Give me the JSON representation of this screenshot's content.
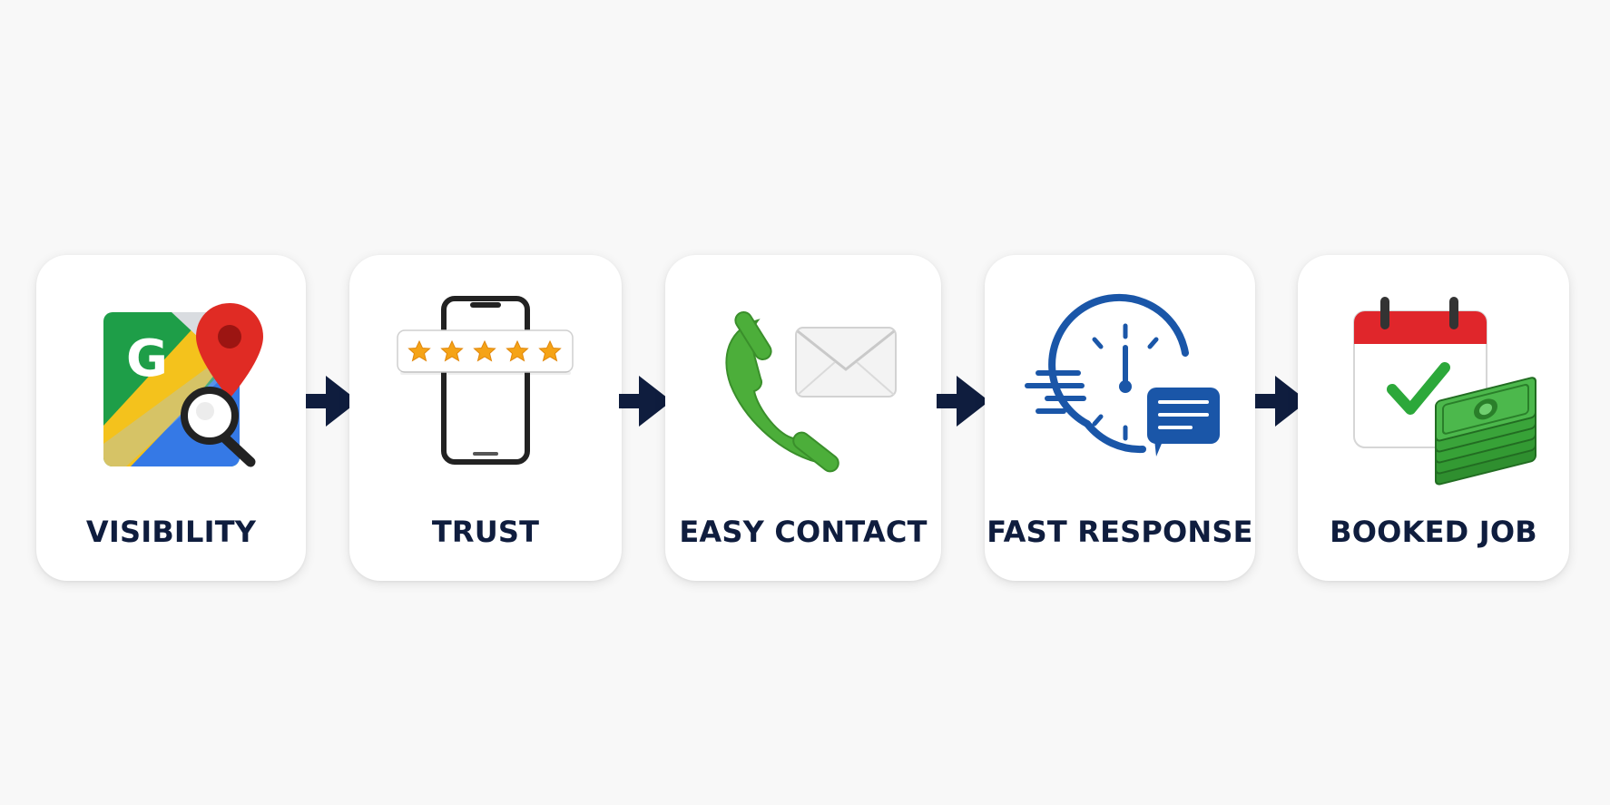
{
  "steps": [
    {
      "label": "VISIBILITY",
      "icon": "maps-search-icon"
    },
    {
      "label": "TRUST",
      "icon": "phone-rating-icon"
    },
    {
      "label": "EASY CONTACT",
      "icon": "phone-mail-icon"
    },
    {
      "label": "FAST RESPONSE",
      "icon": "clock-chat-icon"
    },
    {
      "label": "BOOKED JOB",
      "icon": "calendar-money-icon"
    }
  ],
  "maps_letter": "G",
  "colors": {
    "label": "#0f1d3e",
    "arrow": "#0f1d3e",
    "google_green": "#1e9e48",
    "google_yellow": "#f4c21c",
    "google_blue": "#3579e6",
    "pin_red": "#e02b24",
    "star": "#f5a316",
    "phone_green": "#4cae3a",
    "response_blue": "#1a56a8",
    "calendar_red": "#e0262b",
    "check_green": "#2ca83a",
    "money_green": "#3aa43a"
  }
}
